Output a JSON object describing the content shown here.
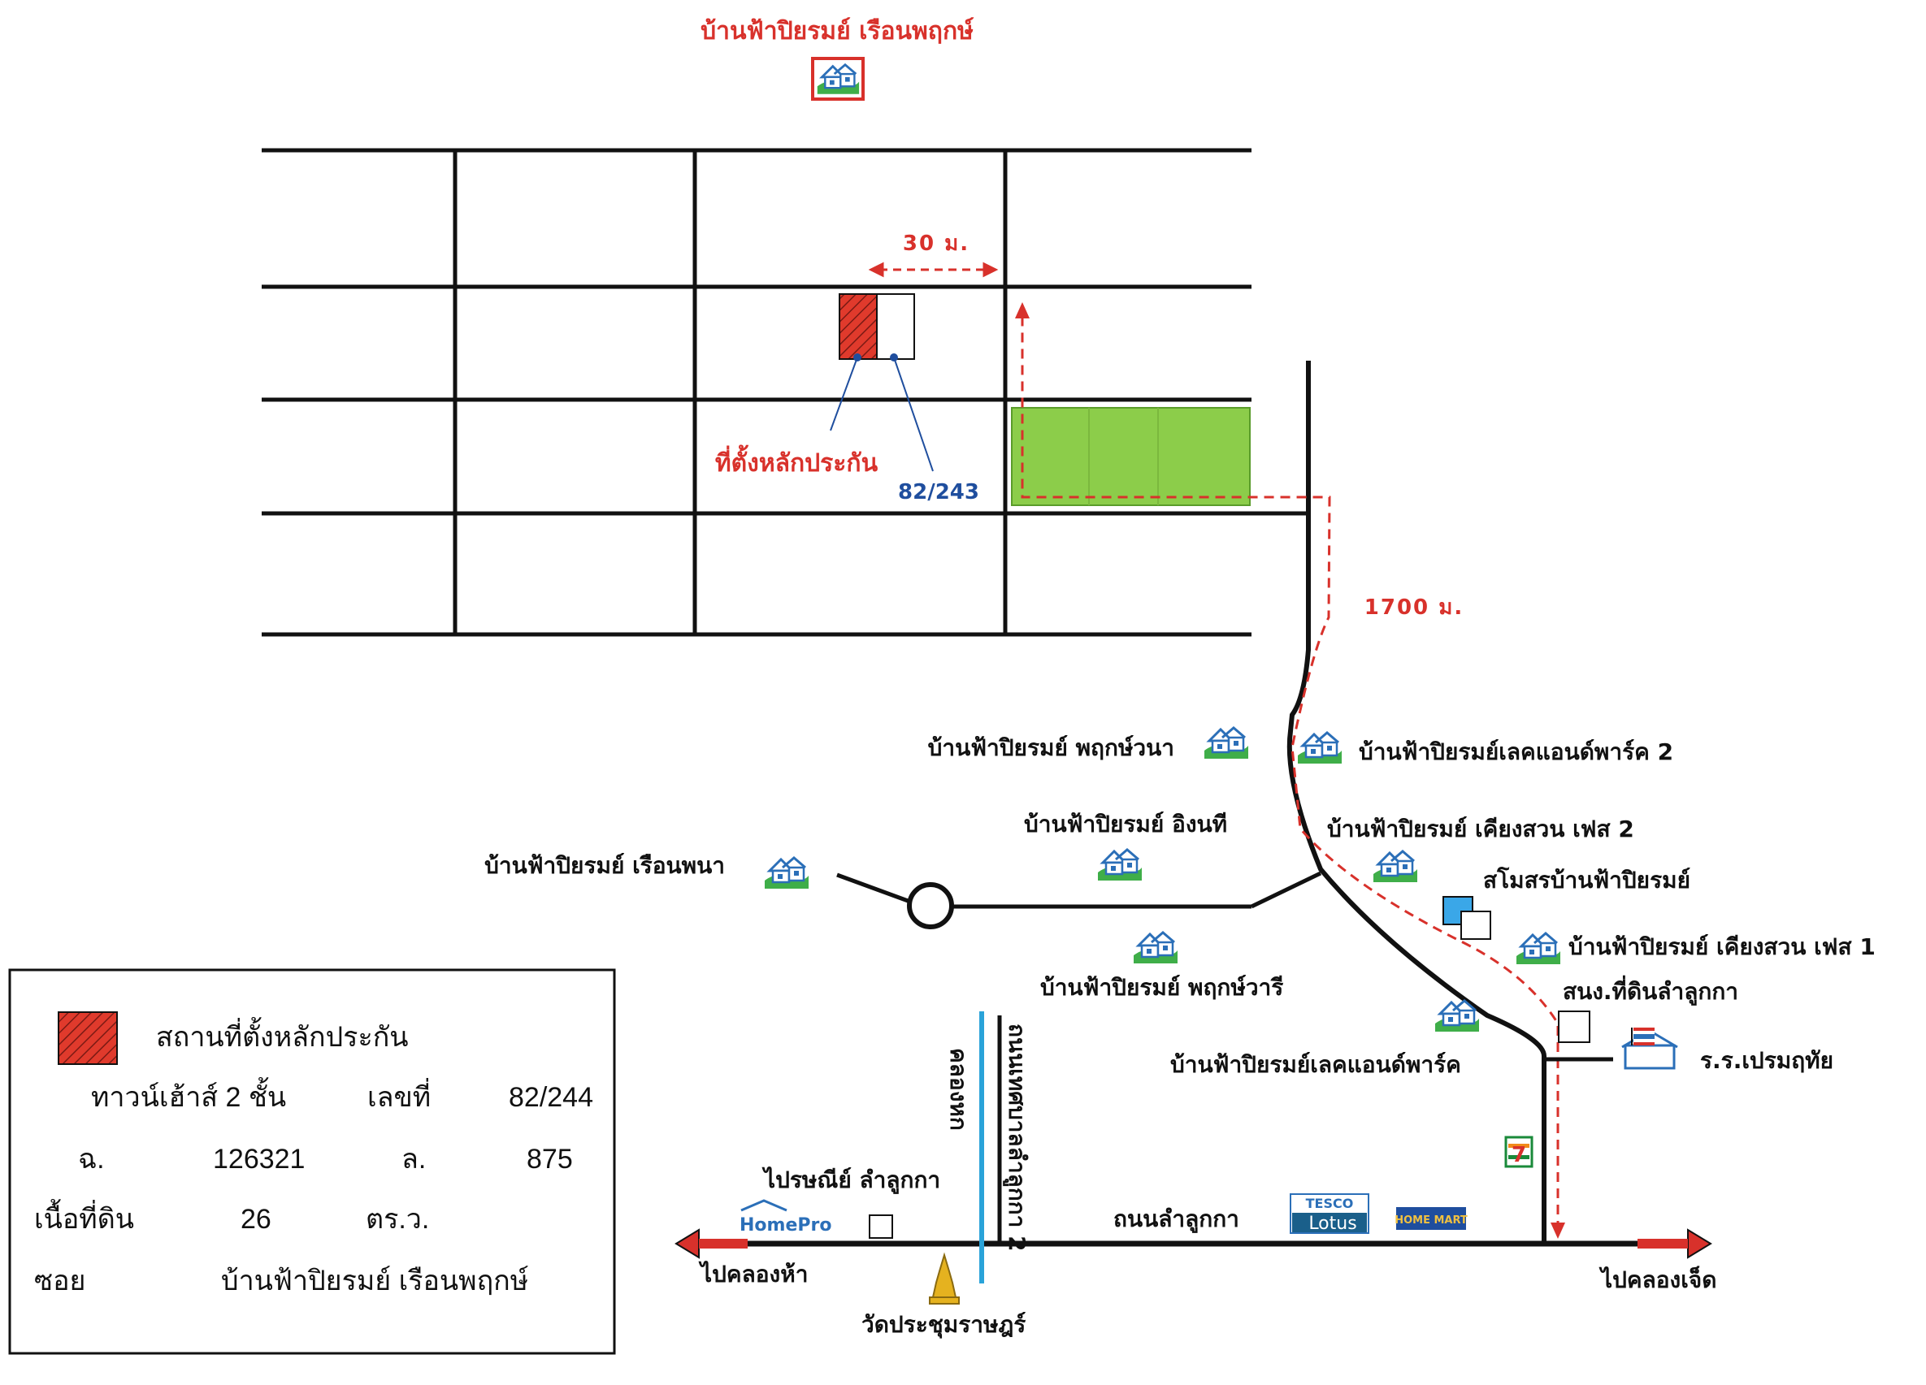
{
  "map": {
    "village_title": "บ้านฟ้าปิยรมย์ เรือนพฤกษ์",
    "collateral_label": "ที่ตั้งหลักประกัน",
    "neighbor_house_no": "82/243",
    "dist_30": "30 ม.",
    "dist_1700": "1700 ม.",
    "places": {
      "prueksawana": "บ้านฟ้าปิยรมย์ พฤกษ์วนา",
      "lakeland2": "บ้านฟ้าปิยรมย์เลคแอนด์พาร์ค 2",
      "ingnatee": "บ้านฟ้าปิยรมย์ อิงนที",
      "kiengsuan2": "บ้านฟ้าปิยรมย์ เคียงสวน เฟส 2",
      "ruanpana": "บ้านฟ้าปิยรมย์ เรือนพนา",
      "club": "สโมสรบ้านฟ้าปิยรมย์",
      "kiengsuan1": "บ้านฟ้าปิยรมย์ เคียงสวน เฟส 1",
      "landoffice": "สนง.ที่ดินลำลูกกา",
      "prueksawaree": "บ้านฟ้าปิยรมย์ พฤกษ์วารี",
      "school": "ร.ร.เปรมฤทัย",
      "lakeland": "บ้านฟ้าปิยรมย์เลคแอนด์พาร์ค",
      "canal": "คลองหก",
      "municipal_road": "ถนนเทศบาลลำลูกกา 2",
      "post_office": "ไปรษณีย์ ลำลูกกา",
      "homepro": "HomePro",
      "main_road": "ถนนลำลูกกา",
      "tesco_top": "TESCO",
      "tesco_bottom": "Lotus",
      "homemart": "HOME MART",
      "to_left": "ไปคลองห้า",
      "to_right": "ไปคลองเจ็ด",
      "temple": "วัดประชุมราษฎร์",
      "seven_eleven": "7"
    }
  },
  "legend": {
    "title": "สถานที่ตั้งหลักประกัน",
    "type_label": "ทาวน์เฮ้าส์ 2 ชั้น",
    "number_label": "เลขที่",
    "number_value": "82/244",
    "chanote_label": "ฉ.",
    "chanote_value": "126321",
    "l_label": "ล.",
    "l_value": "875",
    "area_label": "เนื้อที่ดิน",
    "area_value": "26",
    "area_unit": "ตร.ว.",
    "soi_label": "ซอย",
    "soi_value": "บ้านฟ้าปิยรมย์ เรือนพฤกษ์"
  },
  "colors": {
    "road": "#111111",
    "route": "#d8312b",
    "collateral": "#e03a2c",
    "green_area": "#8ccd4a",
    "canal": "#2aa3d9",
    "club": "#3aa7e8",
    "house_icon_green": "#3fae49",
    "house_icon_blue": "#2b6fb8"
  }
}
